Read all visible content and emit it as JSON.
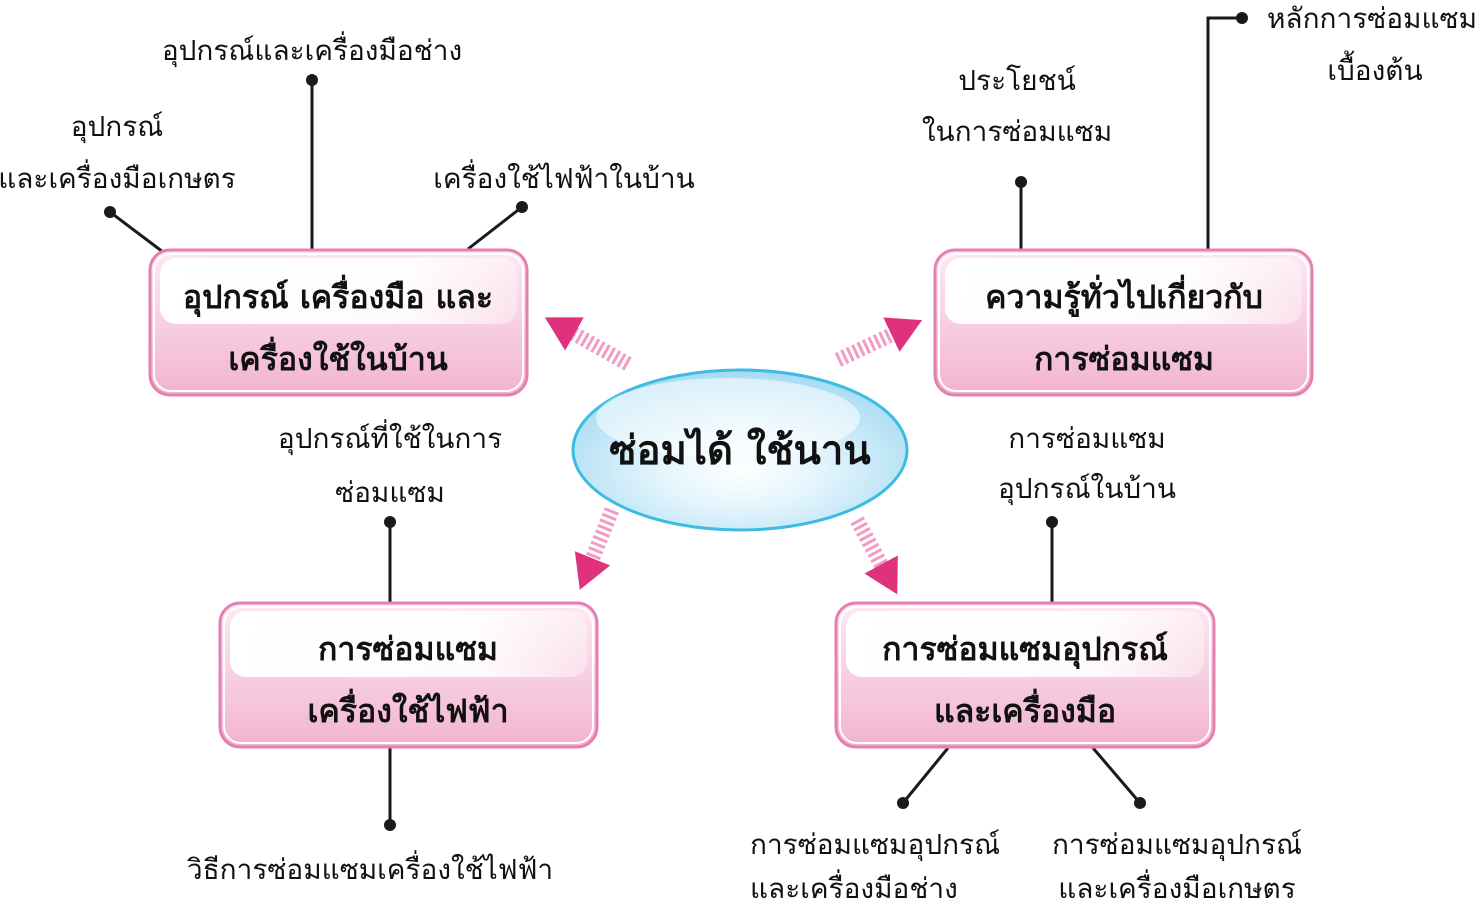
{
  "center": {
    "title": "ซ่อมได้ ใช้นาน"
  },
  "branches": [
    {
      "lines": [
        "อุปกรณ์ เครื่องมือ และ",
        "เครื่องใช้ในบ้าน"
      ],
      "leaves": [
        {
          "lines": [
            "อุปกรณ์",
            "และเครื่องมือเกษตร"
          ]
        },
        {
          "lines": [
            "อุปกรณ์และเครื่องมือช่าง"
          ]
        },
        {
          "lines": [
            "เครื่องใช้ไฟฟ้าในบ้าน"
          ]
        }
      ]
    },
    {
      "lines": [
        "ความรู้ทั่วไปเกี่ยวกับ",
        "การซ่อมแซม"
      ],
      "leaves": [
        {
          "lines": [
            "ประโยชน์",
            "ในการซ่อมแซม"
          ]
        },
        {
          "lines": [
            "หลักการซ่อมแซม",
            "เบื้องต้น"
          ]
        }
      ]
    },
    {
      "lines": [
        "การซ่อมแซม",
        "เครื่องใช้ไฟฟ้า"
      ],
      "leaves": [
        {
          "lines": [
            "อุปกรณ์ที่ใช้ในการ",
            "ซ่อมแซม"
          ]
        },
        {
          "lines": [
            "วิธีการซ่อมแซมเครื่องใช้ไฟฟ้า"
          ]
        }
      ]
    },
    {
      "lines": [
        "การซ่อมแซมอุปกรณ์",
        "และเครื่องมือ"
      ],
      "leaves": [
        {
          "lines": [
            "การซ่อมแซม",
            "อุปกรณ์ในบ้าน"
          ]
        },
        {
          "lines": [
            "การซ่อมแซมอุปกรณ์",
            "และเครื่องมือช่าง"
          ]
        },
        {
          "lines": [
            "การซ่อมแซมอุปกรณ์",
            "และเครื่องมือเกษตร"
          ]
        }
      ]
    }
  ],
  "colors": {
    "box_border": "#e57fb1",
    "box_fill": "#f6c3da",
    "arrow_head": "#e0317c",
    "arrow_shaft": "#f29cc3",
    "ellipse_stroke": "#3cbce3",
    "ellipse_fill": "#bfe6f7",
    "line": "#1a1a1a"
  }
}
